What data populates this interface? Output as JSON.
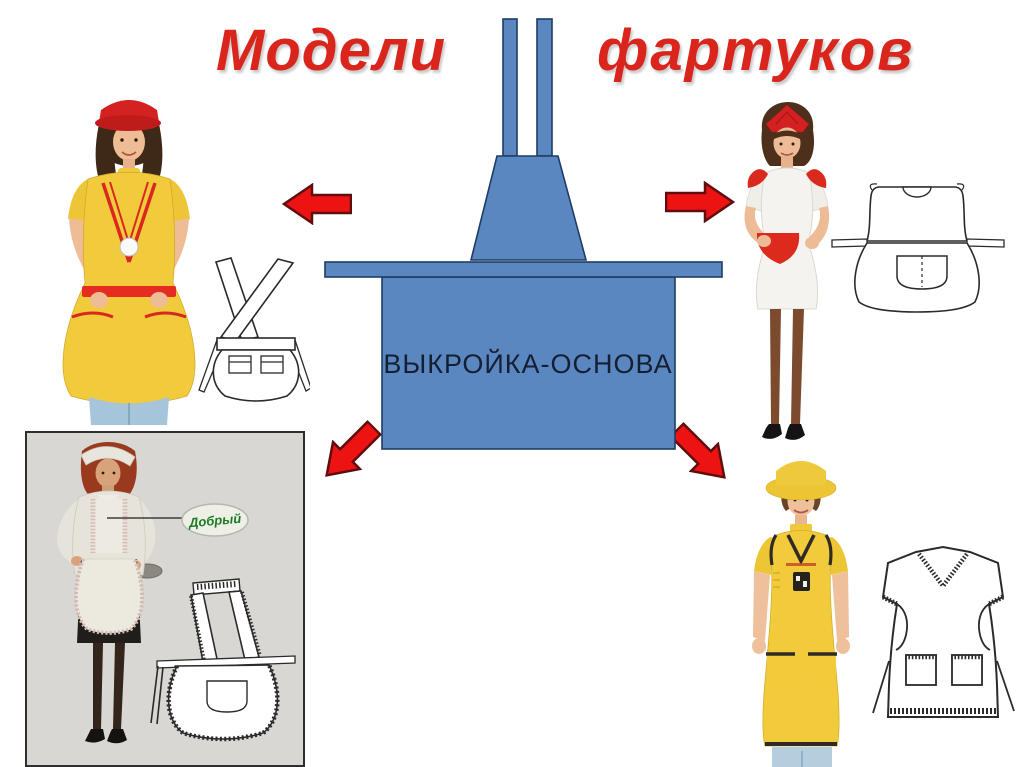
{
  "title": {
    "left": "Модели",
    "right": "фартуков"
  },
  "press": {
    "label": "ВЫКРОЙКА-ОСНОВА"
  },
  "badge": {
    "label": "Добрый"
  },
  "colors": {
    "title_red": "#da251c",
    "shape_blue": "#5b87c0",
    "shape_stroke": "#1f3c66",
    "arrow_red": "#ee1313",
    "arrow_stroke": "#5f0d0d",
    "press_text": "#141f33",
    "badge_green": "#1e7b22",
    "apron_yellow": "#f2cb3d",
    "accent_red": "#d8281f"
  },
  "figures": {
    "top_left": "model-yellow-apron-red-cap",
    "top_right": "model-white-dress-red-trim",
    "bottom_left": "model-white-frilled-apron-gray-photo",
    "bottom_right": "model-yellow-tunic-dark-trim"
  },
  "arrows": {
    "left": "arrow-left",
    "right": "arrow-right",
    "down_left": "arrow-down-left",
    "down_right": "arrow-down-right"
  }
}
